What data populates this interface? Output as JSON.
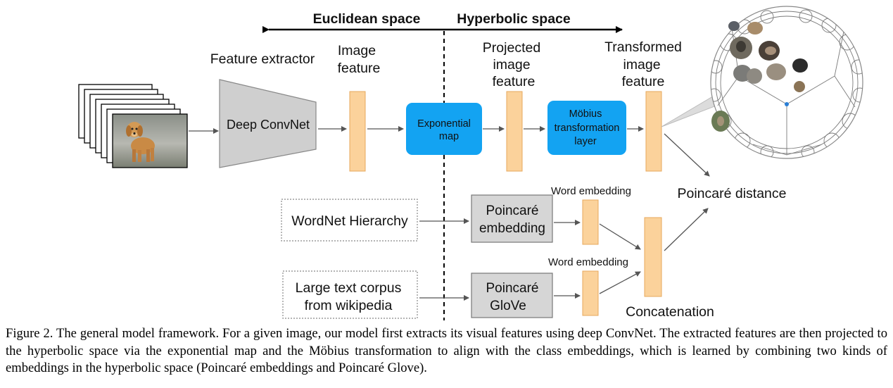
{
  "header": {
    "euclidean_space": "Euclidean space",
    "hyperbolic_space": "Hyperbolic space"
  },
  "labels": {
    "feature_extractor": "Feature extractor",
    "image_feature_1": "Image",
    "image_feature_2": "feature",
    "projected_1": "Projected",
    "projected_2": "image",
    "projected_3": "feature",
    "transformed_1": "Transformed",
    "transformed_2": "image",
    "transformed_3": "feature",
    "word_embedding_top": "Word embedding",
    "word_embedding_bottom": "Word embedding",
    "poincare_distance": "Poincaré distance",
    "concatenation": "Concatenation"
  },
  "boxes": {
    "deep_convnet": "Deep ConvNet",
    "exponential_1": "Exponential",
    "exponential_2": "map",
    "mobius_1": "Möbius",
    "mobius_2": "transformation",
    "mobius_3": "layer",
    "wordnet": "WordNet Hierarchy",
    "corpus_1": "Large text corpus",
    "corpus_2": "from wikipedia",
    "poincare_emb_1": "Poincaré",
    "poincare_emb_2": "embedding",
    "poincare_glove_1": "Poincaré",
    "poincare_glove_2": "GloVe"
  },
  "caption": "Figure 2. The general model framework. For a given image, our model first extracts its visual features using deep ConvNet. The extracted features are then projected to the hyperbolic space via the exponential map and the Möbius transformation to align with the class embeddings, which is learned by combining two kinds of embeddings in the hyperbolic space (Poincaré embeddings and Poincaré Glove).",
  "colors": {
    "feature_fill": "#fbd29b",
    "feature_stroke": "#e7a85d",
    "blue_box": "#13a3f2",
    "gray_box": "#d6d6d6",
    "trapezoid": "#cfcfcf"
  },
  "icons": {
    "photo": "puppy-photo",
    "poincare_disk": "poincare-disk-with-animal-images"
  }
}
